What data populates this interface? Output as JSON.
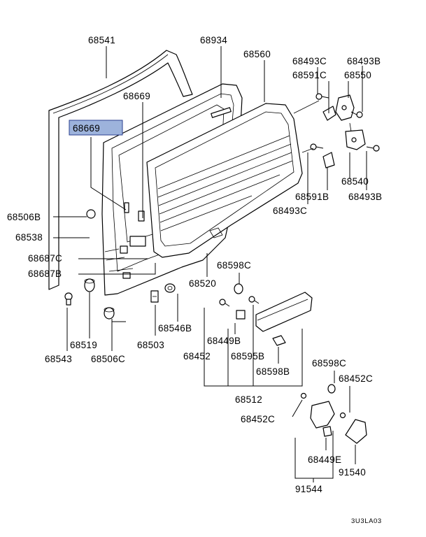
{
  "diagram": {
    "highlighted_part": "68669",
    "figure_code": "3U3LA03",
    "labels": {
      "p68541": "68541",
      "p68934": "68934",
      "p68560": "68560",
      "p68493C_top": "68493C",
      "p68493B_top": "68493B",
      "p68669_upper": "68669",
      "p68591C": "68591C",
      "p68550": "68550",
      "p68669_hl": "68669",
      "p68540": "68540",
      "p68591B": "68591B",
      "p68493B_right": "68493B",
      "p68506B": "68506B",
      "p68493C_mid": "68493C",
      "p68538": "68538",
      "p68687C": "68687C",
      "p68598C_mid": "68598C",
      "p68687B": "68687B",
      "p68520": "68520",
      "p68546B": "68546B",
      "p68449B": "68449B",
      "p68519": "68519",
      "p68503": "68503",
      "p68452_mid": "68452",
      "p68595B": "68595B",
      "p68543": "68543",
      "p68506C": "68506C",
      "p68598C_right": "68598C",
      "p68598B": "68598B",
      "p68452C_right": "68452C",
      "p68512": "68512",
      "p68452C_left": "68452C",
      "p68449E": "68449E",
      "p91540": "91540",
      "p91544": "91544"
    }
  }
}
